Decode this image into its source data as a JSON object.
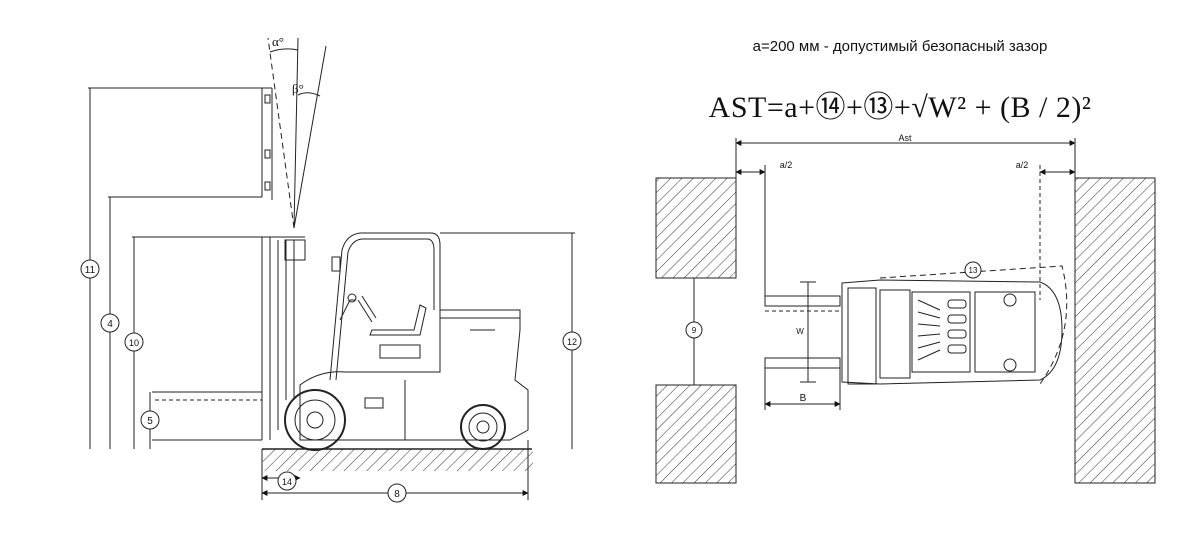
{
  "note": "a=200 мм - допустимый безопасный зазор",
  "formula": "AST=a+⑭+⑬+√W² + (B / 2)²",
  "side_view": {
    "angle_alpha": "α°",
    "angle_beta": "β°",
    "dim_11": "11",
    "dim_4": "4",
    "dim_10": "10",
    "dim_5": "5",
    "dim_12": "12",
    "dim_14": "14",
    "dim_8": "8"
  },
  "top_view": {
    "ast_label": "Ast",
    "a_half_left": "a/2",
    "a_half_right": "a/2",
    "dim_13": "13",
    "dim_9": "9",
    "dim_b": "B",
    "dim_w": "W"
  }
}
